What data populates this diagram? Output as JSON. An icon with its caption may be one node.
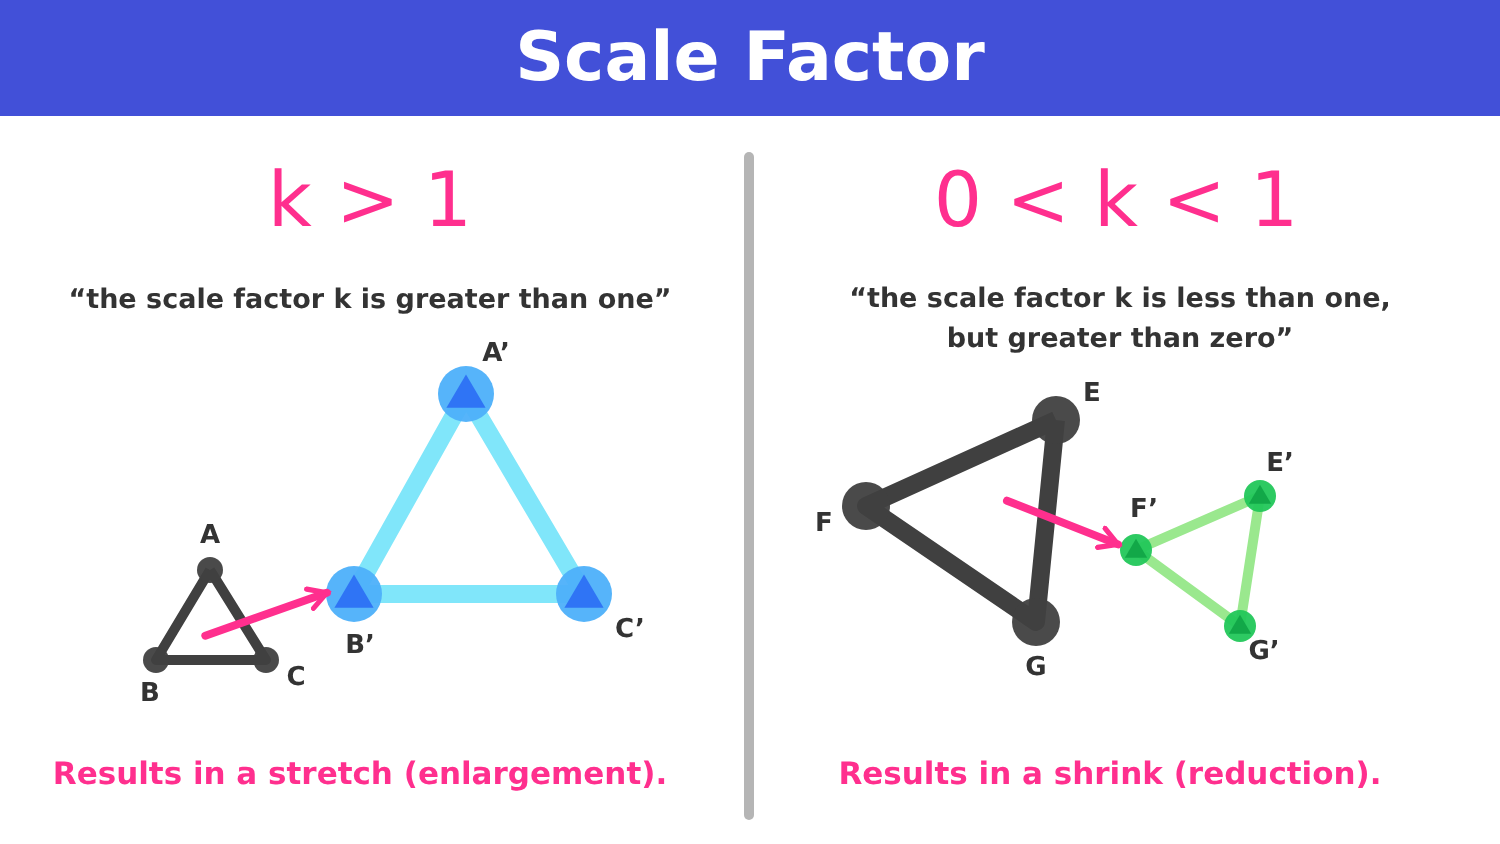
{
  "diagram": {
    "title": "Scale Factor",
    "nodes": [
      {
        "text": [],
        "shape": "triangle"
      },
      {
        "text": [],
        "shape": "triangle"
      },
      {
        "text": [],
        "shape": "triangle"
      },
      {
        "text": [],
        "shape": "triangle"
      }
    ],
    "edges": [
      {
        "from": 0,
        "to": 1,
        "arrow": "to"
      },
      {
        "from": 2,
        "to": 3,
        "arrow": "to"
      }
    ],
    "labels": [
      "k > 1",
      "0 < k < 1",
      "“the scale factor k is greater than one”",
      "“the scale factor k is less than one, but greater than zero”",
      "A’",
      "E",
      "E’",
      "F’",
      "F",
      "A",
      "B’",
      "C’",
      "G’",
      "C",
      "G",
      "B",
      "Results in a stretch (enlargement).",
      "Results in a shrink (reduction)."
    ]
  }
}
